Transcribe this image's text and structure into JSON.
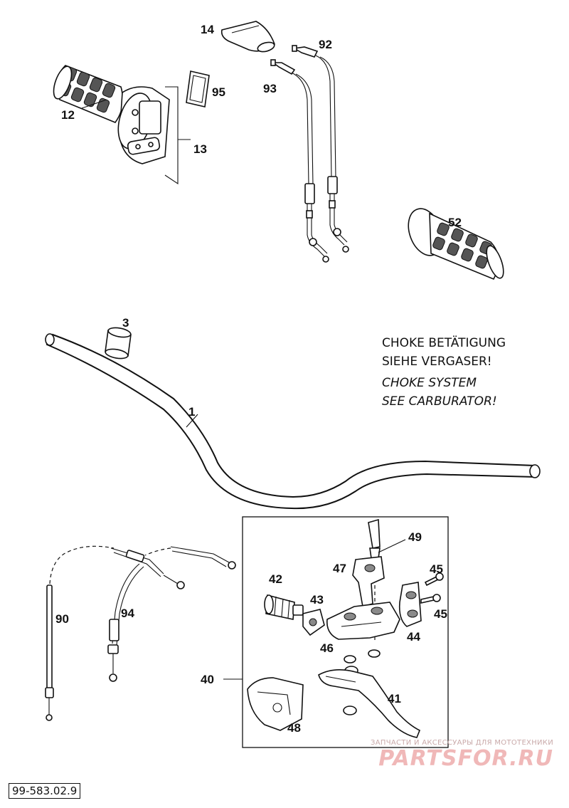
{
  "parts": {
    "p1": "1",
    "p3": "3",
    "p12": "12",
    "p13": "13",
    "p14": "14",
    "p40": "40",
    "p41": "41",
    "p42": "42",
    "p43": "43",
    "p44": "44",
    "p45a": "45",
    "p45b": "45",
    "p46": "46",
    "p47": "47",
    "p48": "48",
    "p49": "49",
    "p52": "52",
    "p90": "90",
    "p92": "92",
    "p93": "93",
    "p94": "94",
    "p95": "95"
  },
  "note": {
    "line1": "CHOKE BETÄTIGUNG",
    "line2": "SIEHE VERGASER!",
    "line3": "CHOKE SYSTEM",
    "line4": "SEE CARBURATOR!"
  },
  "reference_code": "99-583.02.9",
  "watermark": {
    "tagline": "ЗАПЧАСТИ И АКСЕССУАРЫ ДЛЯ МОТОТЕХНИКИ",
    "logo": "PARTSFOR.RU"
  }
}
